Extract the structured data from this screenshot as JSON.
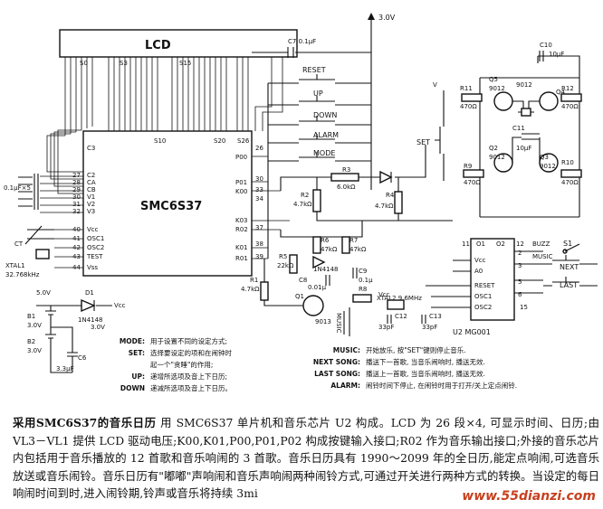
{
  "schematic": {
    "chip_main": "SMC6S37",
    "lcd_label": "LCD",
    "chip_music": "U2 MG001",
    "supply_top": "3.0V",
    "vcc": "Vcc",
    "vcc2": "V",
    "set_label": "SET",
    "buttons": [
      "RESET",
      "UP",
      "DOWN",
      "ALARM",
      "MODE"
    ],
    "c7": "C7   0.1μF",
    "c10": "C10",
    "c10v": "10μF",
    "c11": "C11",
    "c11v": "10μF",
    "q1": "Q1",
    "q1v": "9013",
    "q2": "Q2",
    "q2v": "9012",
    "q3": "Q3",
    "q3v": "9012",
    "q4": "Q4",
    "q4v": "9012",
    "q5": "Q5",
    "q5v": "9012",
    "r1": "R1",
    "r1v": "4.7kΩ",
    "r2": "R2",
    "r2v": "4.7kΩ",
    "r3": "R3",
    "r3v": "6.0kΩ",
    "r4": "R4",
    "r4v": "4.7kΩ",
    "r5": "R5",
    "r5v": "22kΩ",
    "r6": "R6",
    "r6v": "47kΩ",
    "r7": "R7",
    "r7v": "47kΩ",
    "r8": "R8",
    "r9": "R9",
    "r9v": "470Ω",
    "r10": "R10",
    "r10v": "470Ω",
    "r11": "R11",
    "r11v": "470Ω",
    "r12": "R12",
    "r12v": "470Ω",
    "c8": "C8",
    "c8v": "0.01μ",
    "c9": "C9",
    "c9v": "0.1μ",
    "d_mid": "1N4148",
    "d1": "D1",
    "d1v": "1N4148",
    "five_v": "5.0V",
    "three_v": "3.0V",
    "b1": "B1",
    "b1v": "3.0V",
    "b2": "B2",
    "b2v": "3.0V",
    "c6": "C6",
    "c6v": "3.3μF",
    "caps5": "0.1μF×5",
    "ct": "CT",
    "xtal1": "XTAL1",
    "xtal1v": "32.768kHz",
    "xtal2": "XTAL2 9.6MHz",
    "c12": "C12",
    "c12v": "33pF",
    "c13": "C13",
    "c13v": "33pF",
    "music": "MUSIC",
    "s1": "S1",
    "buzz": "BUZZ",
    "music_opt": "MUSIC",
    "next": "NEXT",
    "last": "LAST",
    "seg_s0": "S0",
    "seg_s3": "S3",
    "seg_s15": "S15",
    "seg_s10": "S10",
    "seg_s20": "S20",
    "seg_s26": "S26",
    "com": "C3",
    "pins_left": [
      "C2",
      "CA",
      "CB",
      "V1",
      "V2",
      "V3",
      "Vcc",
      "OSC1",
      "OSC2",
      "TEST",
      "Vss"
    ],
    "pins_right": [
      "P00",
      "P01",
      "K00",
      "K03",
      "R02",
      "K01",
      "R01"
    ],
    "pins_mg": [
      "O1",
      "O2",
      "Vcc",
      "A0",
      "RESET",
      "OSC1",
      "OSC2"
    ],
    "nums_left": [
      "27",
      "28",
      "29",
      "30",
      "31",
      "32",
      "40",
      "41",
      "42",
      "43",
      "44"
    ],
    "nums_right": [
      "26",
      "30",
      "33",
      "34",
      "37",
      "38",
      "39"
    ],
    "nums_mg": [
      "11",
      "12",
      "2",
      "3",
      "5",
      "6",
      "15"
    ],
    "legend_left": [
      {
        "k": "MODE:",
        "v": "用于设置不同的设定方式;"
      },
      {
        "k": "SET:",
        "v": "选择要设定的项和在闹钟时"
      },
      {
        "k": "",
        "v": "起一个\"贪睡\"的作用;"
      },
      {
        "k": "UP:",
        "v": "递增所选项及音上下日历;"
      },
      {
        "k": "DOWN",
        "v": "递减所选项及音上下日历。"
      }
    ],
    "legend_right": [
      {
        "k": "MUSIC:",
        "v": "开始放乐, 按\"SET\"键则停止音乐."
      },
      {
        "k": "NEXT SONG:",
        "v": "播送下一首歌, 当音乐闹响时, 播送无效."
      },
      {
        "k": "LAST SONG:",
        "v": "播送上一首歌, 当音乐闹响时, 播送无效."
      },
      {
        "k": "ALARM:",
        "v": "闹铃时间下停止, 在闹铃时用于打开/关上定点闹铃."
      }
    ]
  },
  "caption": {
    "title": "采用SMC6S37的音乐日历",
    "body": "用 SMC6S37 单片机和音乐芯片 U2 构成。LCD 为 26 段×4, 可显示时间、日历;由 VL3－VL1 提供 LCD 驱动电压;K00,K01,P00,P01,P02 构成按键输入接口;R02 作为音乐输出接口;外接的音乐芯片内包括用于音乐播放的 12 首歌和音乐响闹的 3 首歌。音乐日历具有 1990～2099 年的全日历,能定点响闹,可选音乐放送或音乐闹铃。音乐日历有\"嘟嘟\"声响闹和音乐声响闹两种闹铃方式,可通过开关进行两种方式的转换。当设定的每日响闹时间到时,进入闹铃期,铃声或音乐将持续 3mi"
  },
  "watermark": "www.55dianzi.com"
}
